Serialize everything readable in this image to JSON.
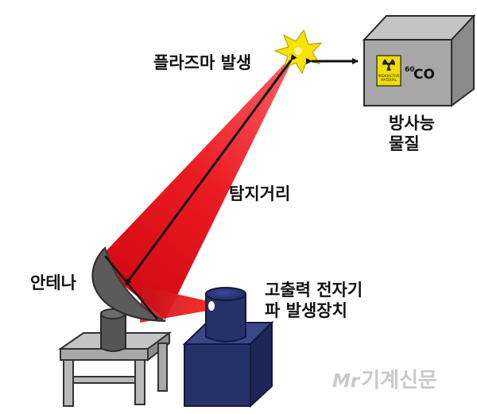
{
  "labels": {
    "plasma": "플라즈마 발생",
    "distance": "탐지거리",
    "antenna": "안테나",
    "radioactive_line1": "방사능",
    "radioactive_line2": "물질",
    "emp_line1": "고출력 전자기",
    "emp_line2": "파 발생장치"
  },
  "isotope": {
    "mass_number": "60",
    "symbol": "CO"
  },
  "hazard_sign": {
    "line1": "RADIOACTIVE",
    "line2": "MATERIAL",
    "color": "#f2dd00"
  },
  "watermark": {
    "logo": "Mr",
    "text": "기계신문"
  },
  "colors": {
    "beam": "#e8121c",
    "spark": "#f6e300",
    "box": "#a7a7a7",
    "device": "#26316a",
    "dish": "#5a5a5a"
  }
}
